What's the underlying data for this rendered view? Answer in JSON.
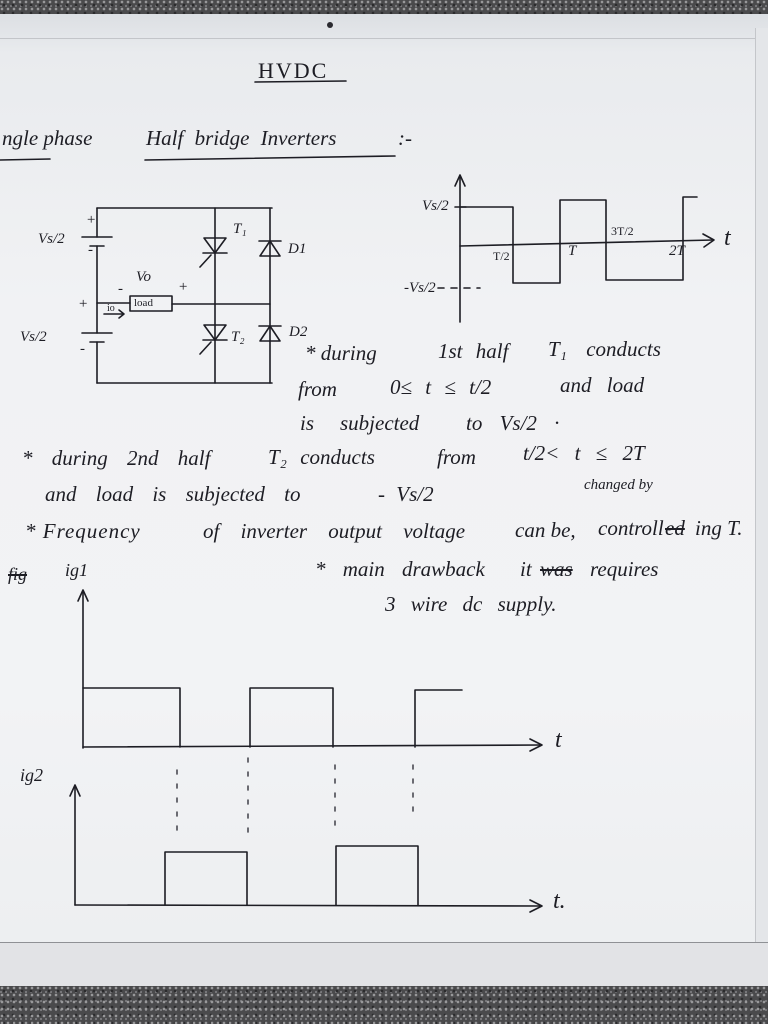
{
  "title": "HVDC",
  "heading": {
    "lead": "ngle phase",
    "main": "Half bridge Inverters",
    "tail": ":-"
  },
  "circuit": {
    "vs_top_plus": "+",
    "vs_top": "Vs/2",
    "vs_top_minus": "-",
    "vo": "Vo",
    "vo_minus": "-",
    "vo_plus": "+",
    "vs_bottom_plus": "+",
    "io": "io",
    "load": "load",
    "vs_bottom": "Vs/2",
    "vs_bottom_minus": "-",
    "t1": "T₁",
    "d1": "D1",
    "t2": "T₂",
    "d2": "D2"
  },
  "output_waveform": {
    "pos_level": "Vs/2",
    "neg_level": "-Vs/2",
    "ticks": [
      "T/2",
      "T",
      "3T/2",
      "2T"
    ],
    "axis": "t"
  },
  "notes": {
    "n1": [
      "* during",
      "1st half",
      "T₁ conducts"
    ],
    "n2": [
      "from",
      "0≤ t ≤ t/2",
      "and load"
    ],
    "n3": [
      "is",
      "subjected",
      "to Vs/2 ·"
    ],
    "n4": [
      "* during 2nd half",
      "T₂ conducts",
      "from",
      "t/2< t ≤ 2T"
    ],
    "n5": [
      "and load is subjected to",
      "- Vs/2"
    ],
    "n6_insert": "changed by",
    "n6": [
      "* Frequency",
      "of inverter output voltage",
      "can be,",
      "controll",
      "ed",
      "ing T."
    ],
    "n7": [
      "* main drawback",
      "it",
      "was",
      "requires"
    ],
    "n8": "3 wire dc supply."
  },
  "gate_signals": {
    "fig": "fig",
    "ig1": "ig1",
    "ig2": "ig2",
    "axis1": "t",
    "axis2": "t."
  },
  "colors": {
    "ink": "#1d1d24",
    "paper": "#f1f2f4"
  }
}
